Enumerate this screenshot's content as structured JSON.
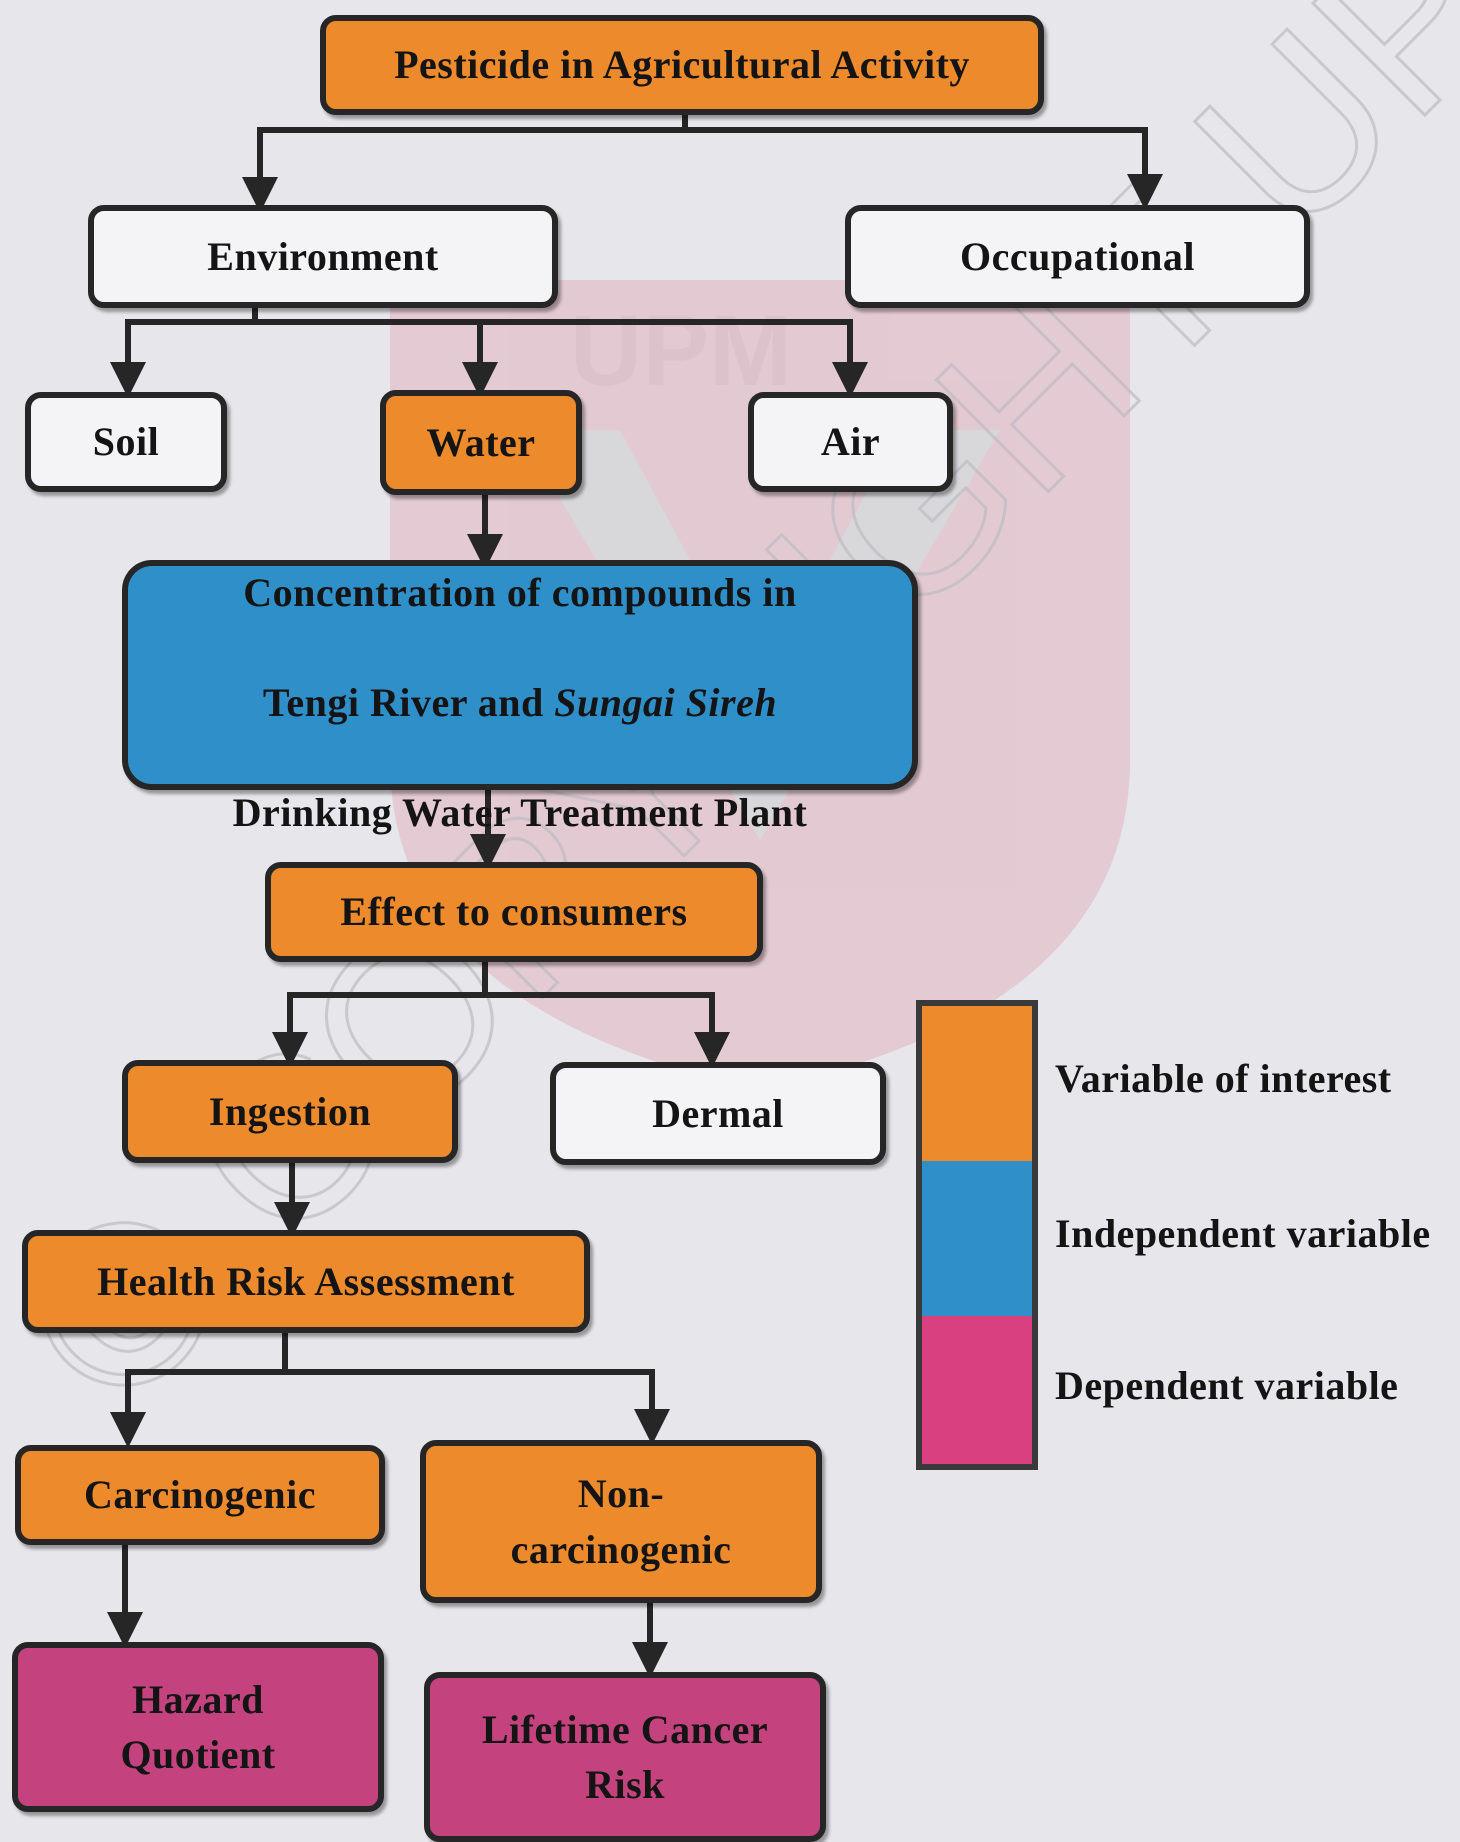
{
  "watermark": {
    "logo_text": "UPM",
    "copyright_text": "© COPYRIGHT UPM"
  },
  "nodes": {
    "pesticide": "Pesticide in Agricultural Activity",
    "environment": "Environment",
    "occupational": "Occupational",
    "soil": "Soil",
    "water": "Water",
    "air": "Air",
    "concentration": {
      "line1": "Concentration of compounds in",
      "line2_prefix": "Tengi River and ",
      "line2_italic": "Sungai Sireh",
      "line3": "Drinking Water Treatment Plant"
    },
    "effect": "Effect to consumers",
    "ingestion": "Ingestion",
    "dermal": "Dermal",
    "health_risk": "Health Risk Assessment",
    "carcinogenic": "Carcinogenic",
    "non_carcinogenic": "Non-\ncarcinogenic",
    "hazard_quotient": "Hazard\nQuotient",
    "lifetime_cancer_risk": "Lifetime Cancer\nRisk"
  },
  "legend": {
    "items": [
      {
        "label": "Variable of interest",
        "color": "#ec8a2c"
      },
      {
        "label": "Independent variable",
        "color": "#2f8fc9"
      },
      {
        "label": "Dependent variable",
        "color": "#d8407f"
      }
    ]
  },
  "colors": {
    "orange": "#ec8a2c",
    "blue": "#2f8fc9",
    "pink": "#c4437e",
    "white": "#f4f4f6",
    "border": "#262626"
  }
}
